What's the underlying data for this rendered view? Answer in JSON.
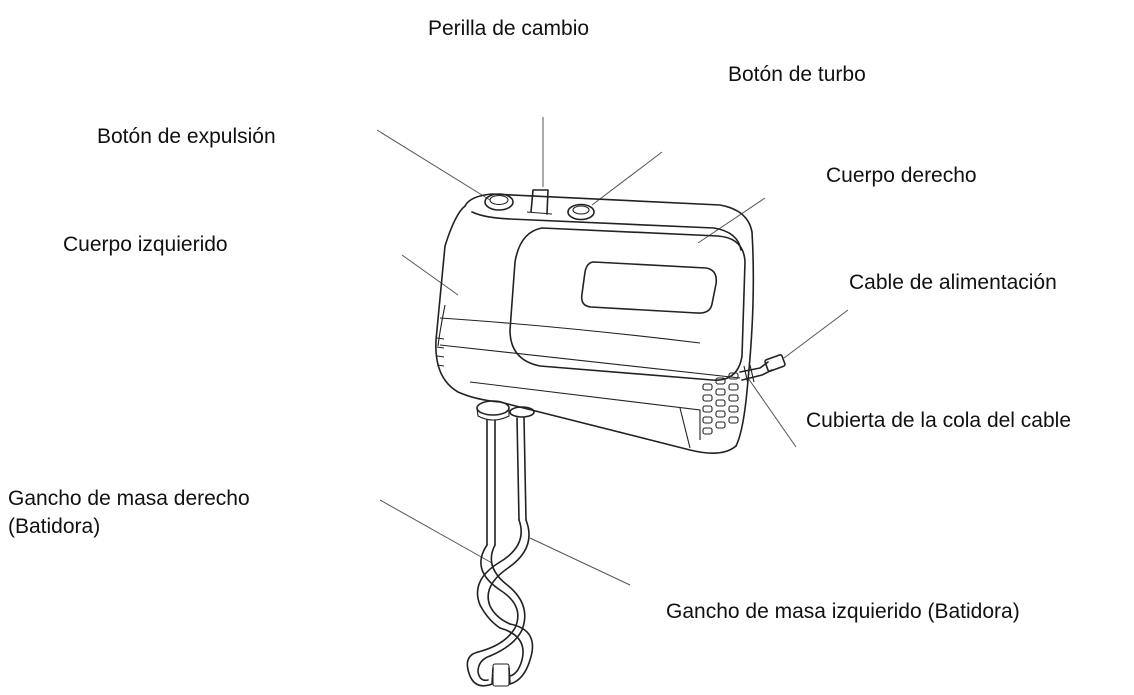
{
  "labels": {
    "gear_knob": "Perilla de cambio",
    "turbo_button": "Botón de turbo",
    "eject_button": "Botón de expulsión",
    "right_body": "Cuerpo derecho",
    "left_body": "Cuerpo izquierido",
    "power_cord": "Cable de alimentación",
    "cord_tail_cover": "Cubierta de la cola del cable",
    "right_dough_hook_line1": "Gancho de masa derecho",
    "right_dough_hook_line2": "(Batidora)",
    "left_dough_hook": "Gancho de masa izquierido (Batidora)"
  },
  "colors": {
    "line": "#222222",
    "text": "#111111",
    "background": "#ffffff"
  }
}
